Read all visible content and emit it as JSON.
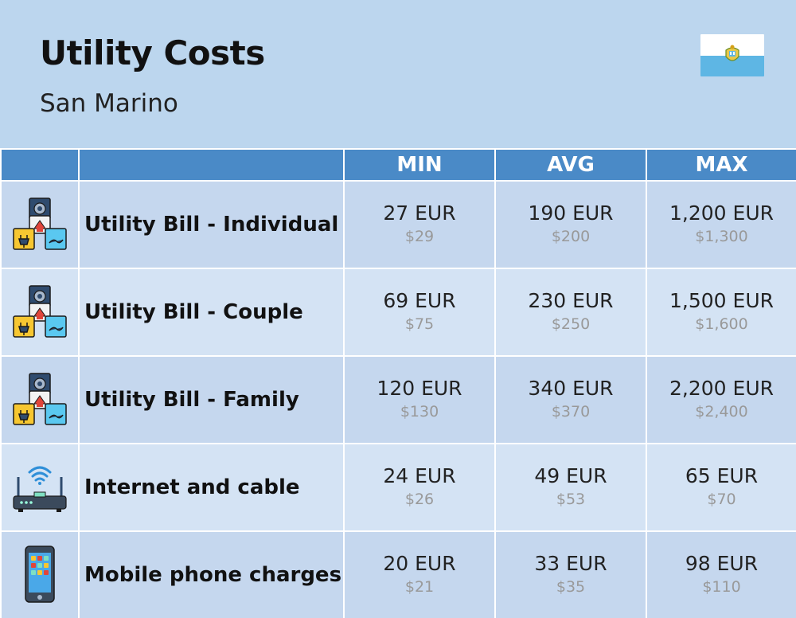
{
  "header": {
    "title": "Utility Costs",
    "subtitle": "San Marino"
  },
  "flag": {
    "country": "San Marino",
    "colors": {
      "top": "#ffffff",
      "bottom": "#5eb6e4"
    },
    "icon": "san-marino-flag-icon"
  },
  "table": {
    "columns": [
      "",
      "",
      "MIN",
      "AVG",
      "MAX"
    ],
    "header_color": "#4a8ac7",
    "rows": [
      {
        "label": "Utility Bill - Individual",
        "icon": "utility-bill-icon",
        "min": "27 EUR",
        "min_usd": "$29",
        "avg": "190 EUR",
        "avg_usd": "$200",
        "max": "1,200 EUR",
        "max_usd": "$1,300"
      },
      {
        "label": "Utility Bill - Couple",
        "icon": "utility-bill-icon",
        "min": "69 EUR",
        "min_usd": "$75",
        "avg": "230 EUR",
        "avg_usd": "$250",
        "max": "1,500 EUR",
        "max_usd": "$1,600"
      },
      {
        "label": "Utility Bill - Family",
        "icon": "utility-bill-icon",
        "min": "120 EUR",
        "min_usd": "$130",
        "avg": "340 EUR",
        "avg_usd": "$370",
        "max": "2,200 EUR",
        "max_usd": "$2,400"
      },
      {
        "label": "Internet and cable",
        "icon": "wifi-router-icon",
        "min": "24 EUR",
        "min_usd": "$26",
        "avg": "49 EUR",
        "avg_usd": "$53",
        "max": "65 EUR",
        "max_usd": "$70"
      },
      {
        "label": "Mobile phone charges",
        "icon": "smartphone-icon",
        "min": "20 EUR",
        "min_usd": "$21",
        "avg": "33 EUR",
        "avg_usd": "$35",
        "max": "98 EUR",
        "max_usd": "$110"
      }
    ]
  }
}
